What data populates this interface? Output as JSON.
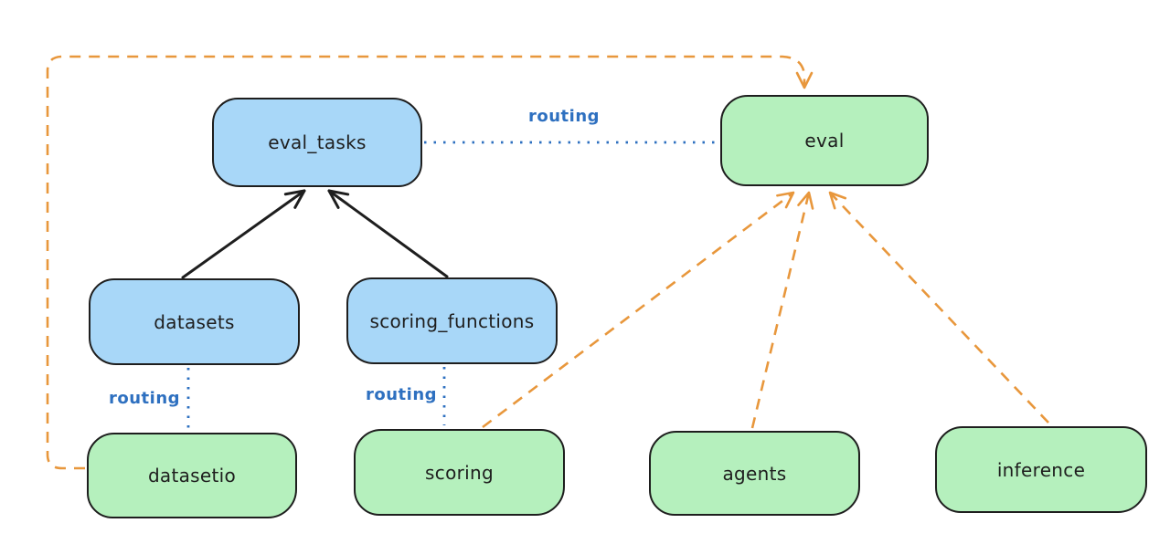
{
  "diagram": {
    "type": "flow-diagram",
    "nodes": {
      "eval_tasks": {
        "label": "eval_tasks",
        "color": "blue"
      },
      "eval": {
        "label": "eval",
        "color": "green"
      },
      "datasets": {
        "label": "datasets",
        "color": "blue"
      },
      "scoring_functions": {
        "label": "scoring_functions",
        "color": "blue"
      },
      "datasetio": {
        "label": "datasetio",
        "color": "green"
      },
      "scoring": {
        "label": "scoring",
        "color": "green"
      },
      "agents": {
        "label": "agents",
        "color": "green"
      },
      "inference": {
        "label": "inference",
        "color": "green"
      }
    },
    "edge_labels": {
      "eval_tasks_to_eval": "routing",
      "datasets_to_datasetio": "routing",
      "scoring_functions_to_scoring": "routing"
    },
    "edges": [
      {
        "from": "datasets",
        "to": "eval_tasks",
        "style": "solid",
        "color": "#1e1e1e",
        "arrow": true
      },
      {
        "from": "scoring_functions",
        "to": "eval_tasks",
        "style": "solid",
        "color": "#1e1e1e",
        "arrow": true
      },
      {
        "from": "eval_tasks",
        "to": "eval",
        "style": "dotted",
        "color": "#2e70c0",
        "arrow": false,
        "label": "routing"
      },
      {
        "from": "datasets",
        "to": "datasetio",
        "style": "dotted",
        "color": "#2e70c0",
        "arrow": false,
        "label": "routing"
      },
      {
        "from": "scoring_functions",
        "to": "scoring",
        "style": "dotted",
        "color": "#2e70c0",
        "arrow": false,
        "label": "routing"
      },
      {
        "from": "datasetio",
        "to": "eval",
        "style": "dashed",
        "color": "#e8973c",
        "arrow": true
      },
      {
        "from": "scoring",
        "to": "eval",
        "style": "dashed",
        "color": "#e8973c",
        "arrow": true
      },
      {
        "from": "agents",
        "to": "eval",
        "style": "dashed",
        "color": "#e8973c",
        "arrow": true
      },
      {
        "from": "inference",
        "to": "eval",
        "style": "dashed",
        "color": "#e8973c",
        "arrow": true
      }
    ],
    "colors": {
      "background": "#ffffff",
      "blue_node_fill": "#a8d7f8",
      "green_node_fill": "#b5f0bd",
      "node_border": "#1e1e1e",
      "node_text": "#1e1e1e",
      "routing_label": "#2e70c0",
      "orange_dash": "#e8973c",
      "black_arrow": "#1e1e1e"
    }
  }
}
